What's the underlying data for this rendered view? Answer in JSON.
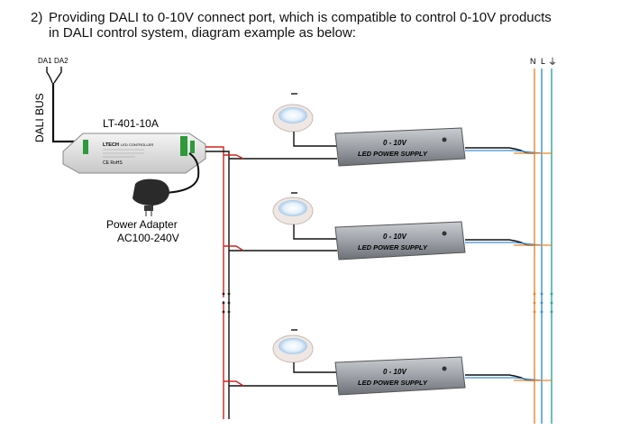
{
  "intro": {
    "number": "2)",
    "line1": "Providing DALI to 0-10V connect port, which is compatible to control 0-10V products",
    "line2": "in DALI control system, diagram example as below:"
  },
  "bus": {
    "da1": "DA1",
    "da2": "DA2",
    "title": "DALI BUS"
  },
  "controller": {
    "model": "LT-401-10A",
    "brand": "LTECH",
    "sub": "LED CONTROLLER",
    "marks": "CE RoHS"
  },
  "adapter": {
    "label1": "Power Adapter",
    "label2": "AC100-240V"
  },
  "mains": {
    "n": "N",
    "l": "L",
    "ground": "⏚"
  },
  "supplies": [
    {
      "rating": "0 - 10V",
      "name": "LED POWER SUPPLY"
    },
    {
      "rating": "0 - 10V",
      "name": "LED POWER SUPPLY"
    },
    {
      "rating": "0 - 10V",
      "name": "LED POWER SUPPLY"
    }
  ],
  "colors": {
    "n_wire": "#e8862a",
    "l_wire": "#3a8fd8",
    "pe_wire": "#2aa6a0",
    "signal_red": "#d42020",
    "signal_black": "#111111"
  }
}
